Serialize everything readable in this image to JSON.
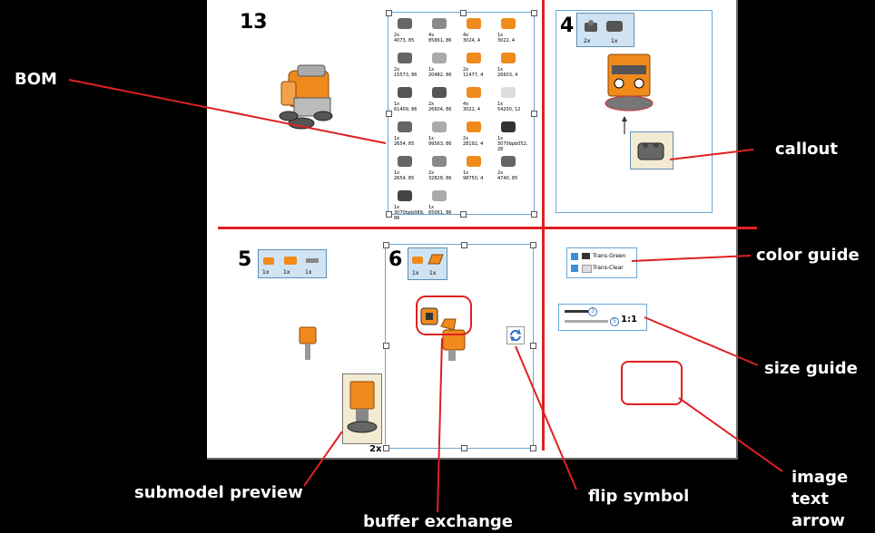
{
  "steps": {
    "s13": "13",
    "s4": "4",
    "s5": "5",
    "s6": "6"
  },
  "callout_qty": "2x",
  "step4_pli": [
    "2x",
    "1x"
  ],
  "step5_pli": [
    "1x",
    "1x",
    "1x"
  ],
  "step6_pli": [
    "1x",
    "1x"
  ],
  "bom": [
    {
      "q": "2x",
      "id": "4073, 85",
      "color": "#666666"
    },
    {
      "q": "4x",
      "id": "85861, 86",
      "color": "#8a8a8a"
    },
    {
      "q": "4x",
      "id": "3024, 4",
      "color": "#f08a1c"
    },
    {
      "q": "1x",
      "id": "3022, 4",
      "color": "#f08a1c"
    },
    {
      "q": "2x",
      "id": "15573, 86",
      "color": "#666666"
    },
    {
      "q": "1x",
      "id": "20482, 86",
      "color": "#aaaaaa"
    },
    {
      "q": "2x",
      "id": "11477, 4",
      "color": "#f08a1c"
    },
    {
      "q": "1x",
      "id": "26603, 4",
      "color": "#f08a1c"
    },
    {
      "q": "1x",
      "id": "61409, 86",
      "color": "#555555"
    },
    {
      "q": "2x",
      "id": "26604, 86",
      "color": "#555555"
    },
    {
      "q": "4x",
      "id": "3021, 4",
      "color": "#f08a1c"
    },
    {
      "q": "1x",
      "id": "54200, 12",
      "color": "#dddddd"
    },
    {
      "q": "1x",
      "id": "2654, 85",
      "color": "#666666"
    },
    {
      "q": "1x",
      "id": "99563, 86",
      "color": "#aaaaaa"
    },
    {
      "q": "2x",
      "id": "28192, 4",
      "color": "#f08a1c"
    },
    {
      "q": "1x",
      "id": "3070bpb052, 28",
      "color": "#333333"
    },
    {
      "q": "1x",
      "id": "2654, 85",
      "color": "#666666"
    },
    {
      "q": "2x",
      "id": "32828, 86",
      "color": "#888888"
    },
    {
      "q": "1x",
      "id": "98750, 4",
      "color": "#f08a1c"
    },
    {
      "q": "2x",
      "id": "4740, 85",
      "color": "#666666"
    },
    {
      "q": "1x",
      "id": "3070bpb089, 86",
      "color": "#444444"
    },
    {
      "q": "1x",
      "id": "65061, 86",
      "color": "#aaaaaa"
    }
  ],
  "color_guide": [
    "Trans-Green",
    "Trans-Clear"
  ],
  "size_guide": {
    "n1": "3",
    "n2": "5",
    "ratio": "1:1"
  },
  "annotations": {
    "bom": "BOM",
    "callout": "callout",
    "color_guide": "color guide",
    "size_guide": "size guide",
    "image_text_arrow_1": "image",
    "image_text_arrow_2": "text",
    "image_text_arrow_3": "arrow",
    "submodel_preview": "submodel preview",
    "buffer_exchange": "buffer exchange",
    "flip_symbol": "flip symbol"
  },
  "colors": {
    "orange": "#f08a1c",
    "frame": "#6aa7d8",
    "divider": "#e02020",
    "annotation": "#e02020"
  }
}
